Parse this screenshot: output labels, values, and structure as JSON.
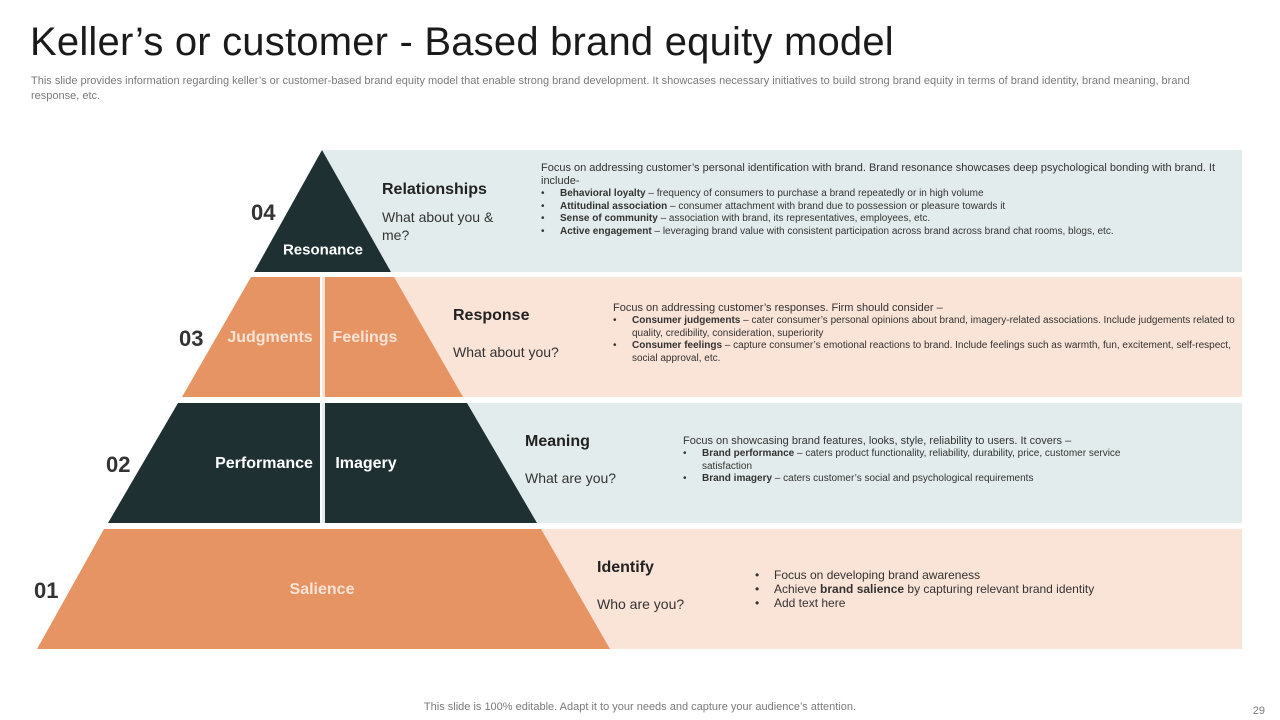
{
  "title": "Keller’s or customer - Based brand equity model",
  "subtitle": "This slide provides information regarding keller’s or customer-based brand equity model that enable strong brand development. It showcases necessary initiatives to build strong brand equity in terms of brand identity, brand meaning, brand response, etc.",
  "colors": {
    "dark": "#1f3033",
    "orange": "#e69463",
    "band_light": "#e3ecec",
    "band_peach": "#fae3d7"
  },
  "levels": [
    {
      "number": "04",
      "segments": [
        "Resonance"
      ],
      "stage": "Relationships",
      "question": "What about you & me?",
      "intro": "Focus on addressing customer’s personal identification with brand. Brand resonance showcases deep psychological bonding with brand.  It include-",
      "bullets": [
        {
          "bold": "Behavioral loyalty",
          "text": " – frequency of consumers to purchase a brand repeatedly or in high volume"
        },
        {
          "bold": "Attitudinal association",
          "text": " – consumer attachment with brand due to possession or pleasure towards it"
        },
        {
          "bold": "Sense of community",
          "text": " – association with brand, its representatives, employees, etc."
        },
        {
          "bold": "Active engagement",
          "text": " – leveraging brand value with consistent participation across brand across brand chat rooms, blogs, etc."
        }
      ]
    },
    {
      "number": "03",
      "segments": [
        "Judgments",
        "Feelings"
      ],
      "stage": "Response",
      "question": "What about you?",
      "intro": "Focus on addressing customer’s responses. Firm should consider –",
      "bullets": [
        {
          "bold": "Consumer judgements",
          "text": " – cater consumer’s personal opinions about brand, imagery-related associations. Include judgements related to quality, credibility, consideration, superiority"
        },
        {
          "bold": "Consumer feelings",
          "text": " – capture consumer’s emotional reactions to brand. Include  feelings such as warmth, fun, excitement, self-respect, social approval, etc."
        }
      ]
    },
    {
      "number": "02",
      "segments": [
        "Performance",
        "Imagery"
      ],
      "stage": "Meaning",
      "question": "What are you?",
      "intro": "Focus on showcasing brand features, looks, style, reliability to users. It covers –",
      "bullets": [
        {
          "bold": "Brand performance",
          "text": " – caters product functionality, reliability, durability, price, customer service satisfaction"
        },
        {
          "bold": "Brand imagery",
          "text": " – caters customer’s social and psychological requirements"
        }
      ]
    },
    {
      "number": "01",
      "segments": [
        "Salience"
      ],
      "stage": "Identify",
      "question": "Who are you?",
      "intro": "",
      "bullets": [
        {
          "pre": "Focus on developing brand awareness",
          "bold": "",
          "text": ""
        },
        {
          "pre": "Achieve ",
          "bold": "brand salience",
          "text": " by capturing relevant brand identity"
        },
        {
          "pre": "Add text here",
          "bold": "",
          "text": ""
        }
      ]
    }
  ],
  "footer": "This slide is 100% editable. Adapt it to your needs and capture your audience’s attention.",
  "page_number": "29"
}
